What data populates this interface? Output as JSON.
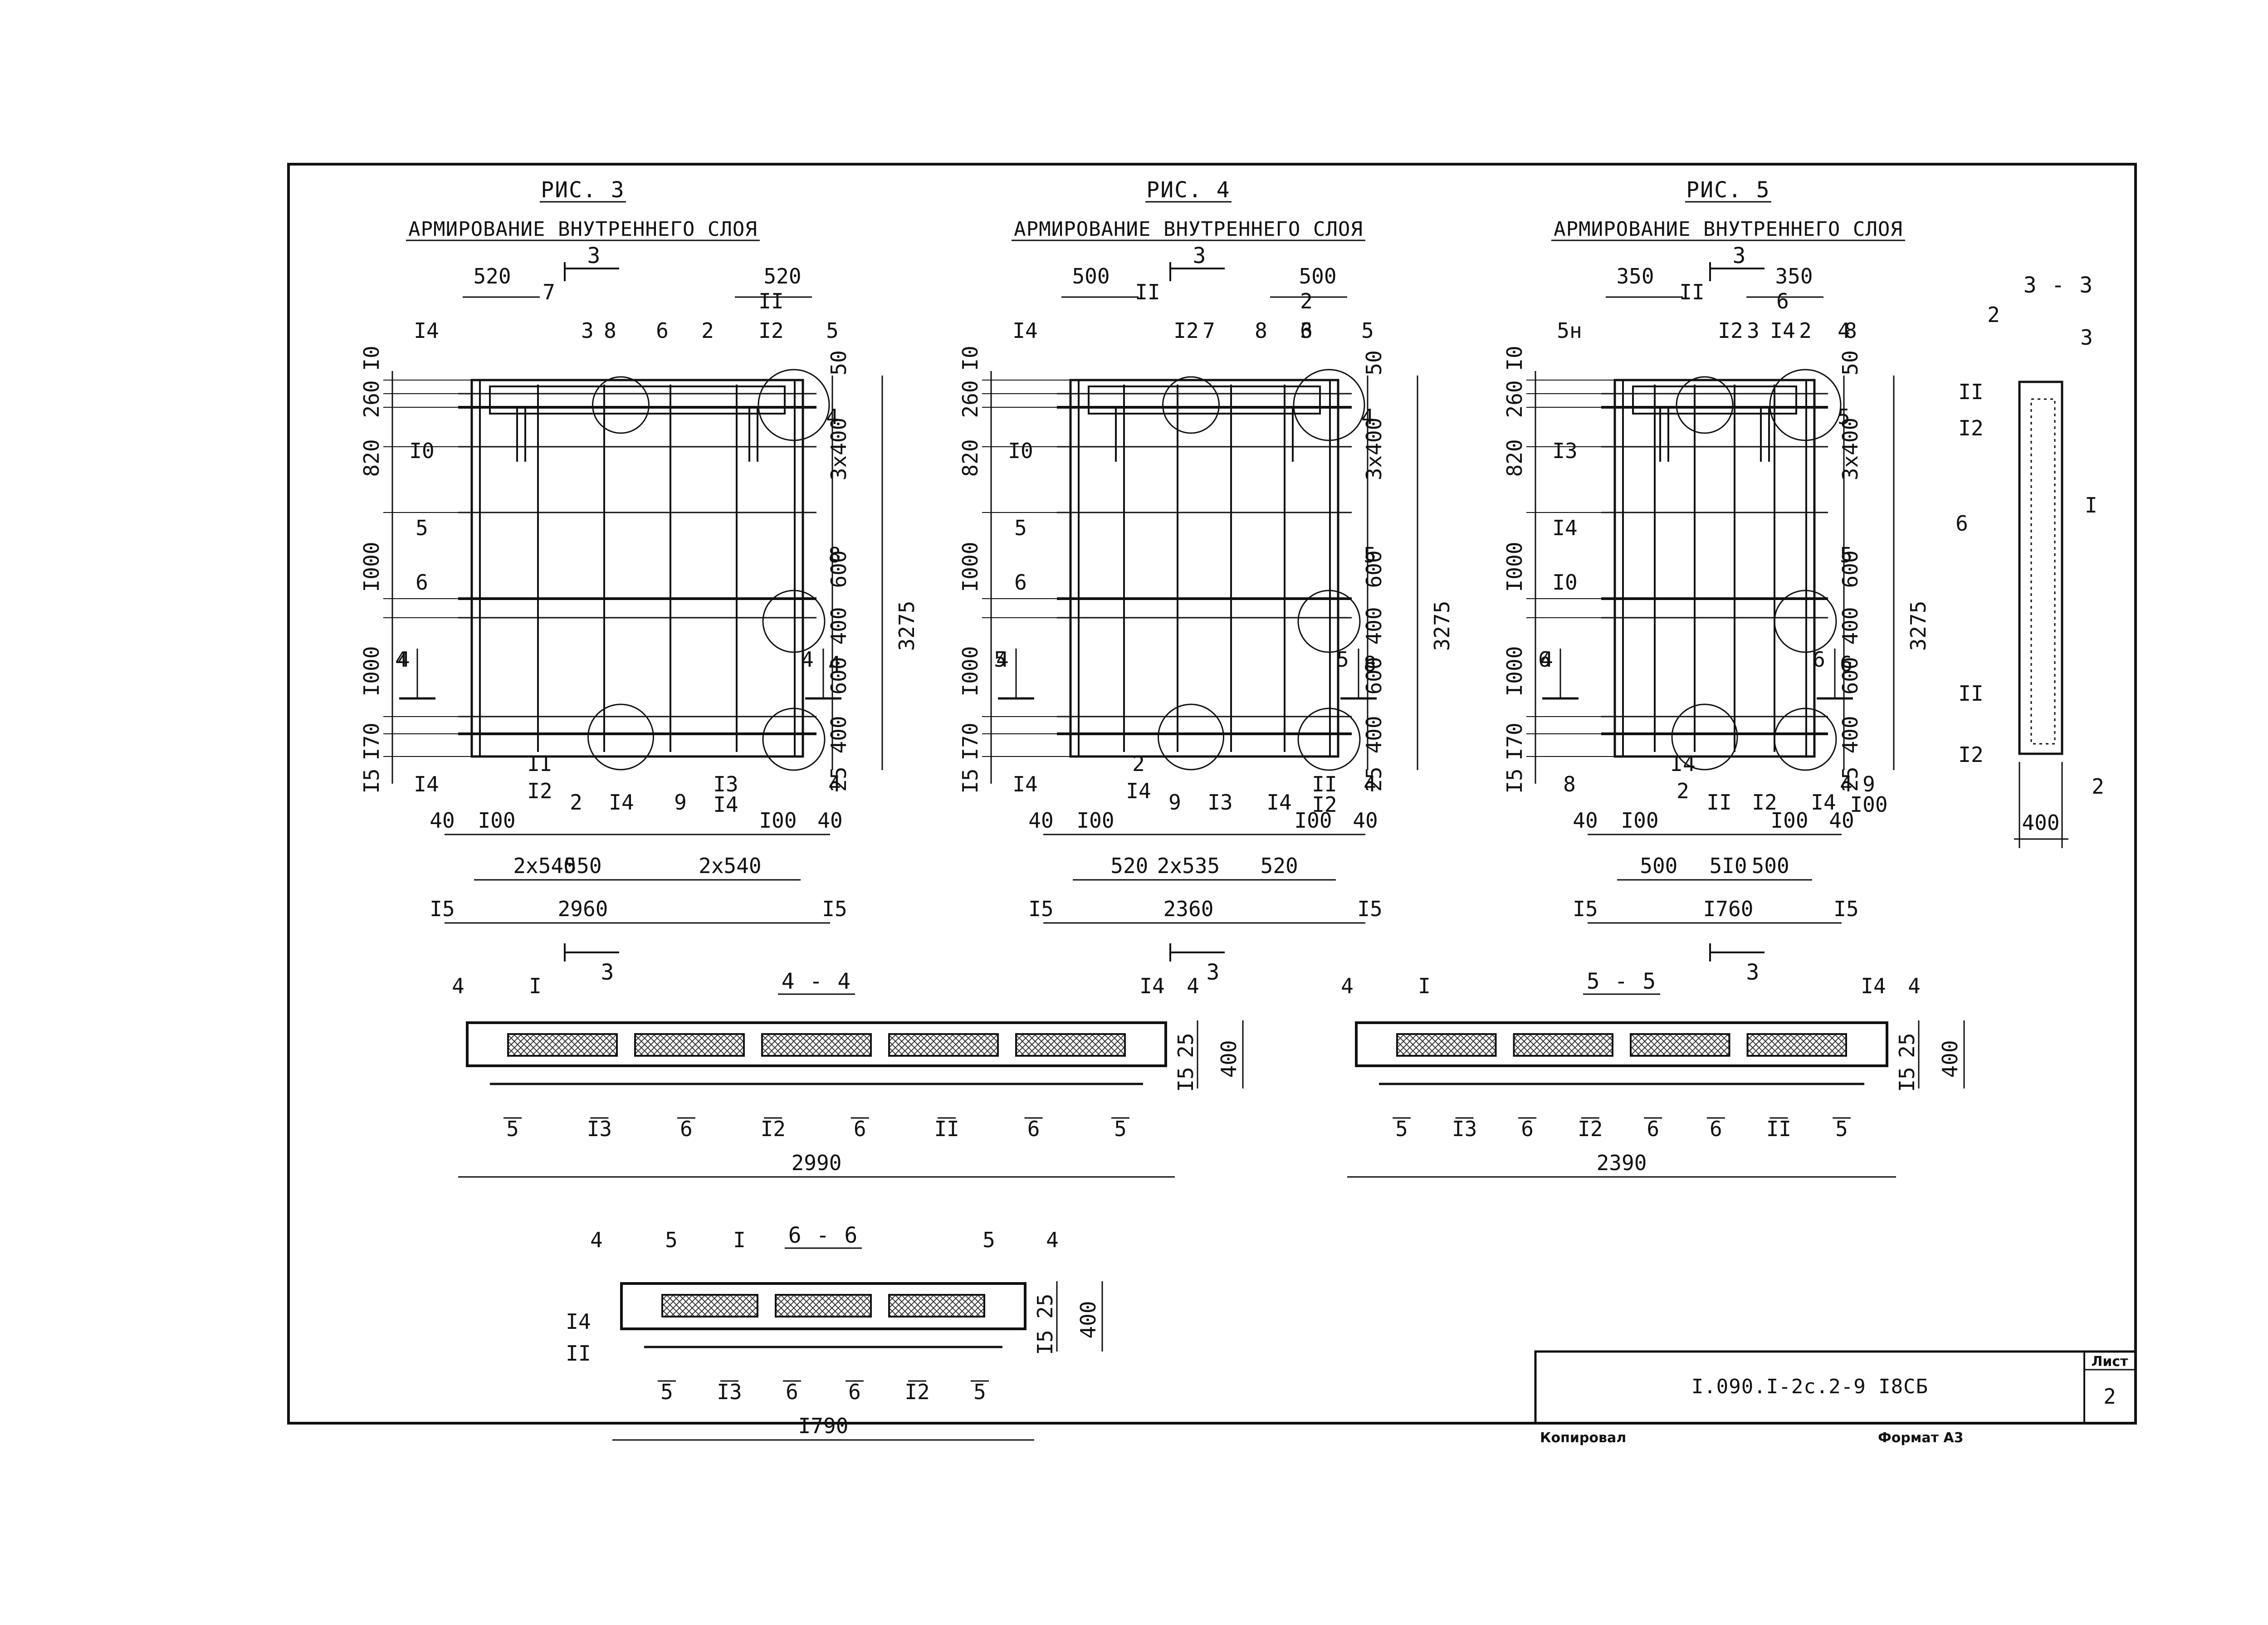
{
  "sheet": {
    "code": "I.090.I-2c.2-9 I8СБ",
    "sheet_label": "Лист",
    "sheet_number": "2",
    "copied_label": "Копировал",
    "format_label": "Формат A3"
  },
  "figures": [
    {
      "title": "РИС. 3",
      "caption": "АРМИРОВАНИЕ ВНУТРЕННЕГО СЛОЯ",
      "cut_label": "3",
      "top_left_dim": "520",
      "top_right_dim": "520",
      "left_dims": [
        "I0",
        "260",
        "820",
        "I000",
        "I000",
        "I70",
        "I5"
      ],
      "right_dims": [
        "50",
        "3x400",
        "600",
        "400",
        "600",
        "400",
        "25"
      ],
      "height_dim": "3275",
      "bottom_dims": [
        "40",
        "I00",
        "2x540",
        "550",
        "2x540",
        "I00",
        "40"
      ],
      "edge_dims": [
        "I5",
        "I5"
      ],
      "total_width": "2960",
      "section_marker": "4",
      "labels": [
        "I4",
        "7",
        "3",
        "8",
        "6",
        "2",
        "II",
        "I2",
        "5",
        "4",
        "I0",
        "5",
        "6",
        "4",
        "8",
        "4",
        "I4",
        "II",
        "I2",
        "2",
        "I4",
        "9",
        "I3",
        "I4",
        "4"
      ]
    },
    {
      "title": "РИС. 4",
      "caption": "АРМИРОВАНИЕ ВНУТРЕННЕГО СЛОЯ",
      "cut_label": "3",
      "top_left_dim": "500",
      "top_right_dim": "500",
      "left_dims": [
        "I0",
        "260",
        "820",
        "I000",
        "I000",
        "I70",
        "I5"
      ],
      "right_dims": [
        "50",
        "3x400",
        "600",
        "400",
        "600",
        "400",
        "25"
      ],
      "height_dim": "3275",
      "bottom_dims": [
        "40",
        "I00",
        "520",
        "2x535",
        "520",
        "I00",
        "40"
      ],
      "edge_dims": [
        "I5",
        "I5"
      ],
      "total_width": "2360",
      "section_marker": "5",
      "labels": [
        "I4",
        "II",
        "I2",
        "7",
        "8",
        "6",
        "2",
        "3",
        "5",
        "4",
        "I0",
        "5",
        "6",
        "4",
        "5",
        "8",
        "I4",
        "2",
        "I4",
        "9",
        "I3",
        "I4",
        "II",
        "I2",
        "4"
      ]
    },
    {
      "title": "РИС. 5",
      "caption": "АРМИРОВАНИЕ ВНУТРЕННЕГО СЛОЯ",
      "cut_label": "3",
      "top_left_dim": "350",
      "top_right_dim": "350",
      "left_dims": [
        "I0",
        "260",
        "820",
        "I000",
        "I000",
        "I70",
        "I5"
      ],
      "right_dims": [
        "50",
        "3x400",
        "600",
        "400",
        "600",
        "400",
        "25"
      ],
      "height_dim": "3275",
      "bottom_dims": [
        "40",
        "I00",
        "500",
        "5I0",
        "500",
        "I00",
        "40"
      ],
      "edge_dims": [
        "I5",
        "I5"
      ],
      "total_width": "I760",
      "section_marker": "6",
      "labels": [
        "5н",
        "II",
        "I2",
        "3",
        "2",
        "8",
        "6",
        "I4",
        "4",
        "5",
        "I3",
        "I4",
        "I0",
        "4",
        "5",
        "6",
        "8",
        "I4",
        "2",
        "II",
        "I2",
        "I4",
        "9",
        "I00",
        "4"
      ]
    }
  ],
  "section_33": {
    "title": "3 - 3",
    "labels": [
      "2",
      "3",
      "II",
      "I2",
      "6",
      "I",
      "II",
      "I2",
      "2"
    ],
    "width_dim": "400"
  },
  "sections": [
    {
      "title": "4 - 4",
      "top_labels": [
        "4",
        "I",
        "I4",
        "4"
      ],
      "bottom_labels": [
        "5",
        "I3",
        "6",
        "I2",
        "6",
        "II",
        "6",
        "5"
      ],
      "total_width": "2990",
      "depth_dims": [
        "25",
        "I5",
        "400"
      ]
    },
    {
      "title": "5 - 5",
      "top_labels": [
        "4",
        "I",
        "I4",
        "4"
      ],
      "bottom_labels": [
        "5",
        "I3",
        "6",
        "I2",
        "6",
        "6",
        "II",
        "5"
      ],
      "total_width": "2390",
      "depth_dims": [
        "25",
        "I5",
        "400"
      ]
    },
    {
      "title": "6 - 6",
      "top_labels": [
        "4",
        "5",
        "I",
        "5",
        "4"
      ],
      "side_labels": [
        "I4",
        "II"
      ],
      "bottom_labels": [
        "5",
        "I3",
        "6",
        "6",
        "I2",
        "5"
      ],
      "total_width": "I790",
      "depth_dims": [
        "25",
        "I5",
        "400"
      ]
    }
  ]
}
